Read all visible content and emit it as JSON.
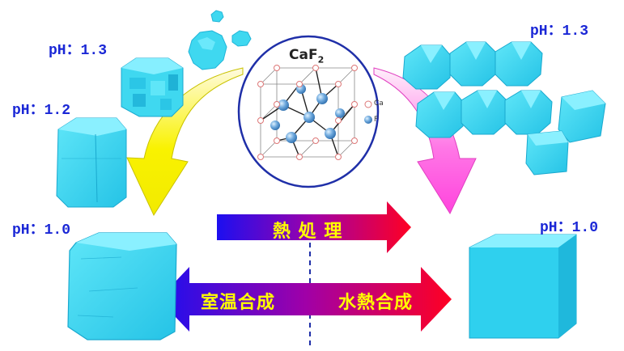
{
  "center": {
    "formula_main": "CaF",
    "formula_sub": "2",
    "legend_ca": "Ca",
    "legend_f": "F"
  },
  "ph_labels": {
    "left_top": "pH：1.3",
    "left_mid": "pH：1.2",
    "left_bottom": "pH：1.0",
    "right_top": "pH：1.3",
    "right_bottom": "pH：1.0"
  },
  "arrows": {
    "heat_treatment": "熱 処 理",
    "room_temp_synthesis": "室温合成",
    "hydrothermal_synthesis": "水熱合成"
  },
  "colors": {
    "crystal": "#3fd8f0",
    "crystal_dark": "#1aa9cf",
    "label_blue": "#1a27d6",
    "arrow_text": "#ffff00",
    "circle_border": "#1f2fa8"
  },
  "icons": {
    "atom_ca": "hollow-circle",
    "atom_f": "blue-sphere"
  }
}
